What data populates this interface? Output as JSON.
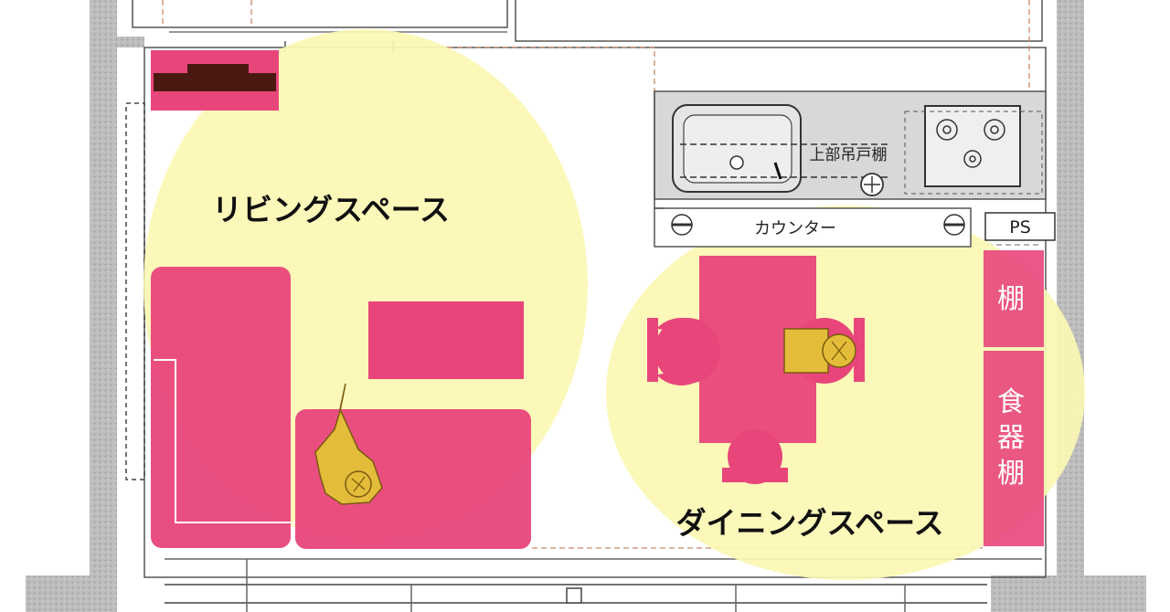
{
  "zones": {
    "living": {
      "label": "リビングスペース"
    },
    "dining": {
      "label": "ダイニングスペース"
    }
  },
  "fixtures": {
    "upper_cabinet": "上部吊戸棚",
    "counter": "カウンター",
    "ps": "PS",
    "shelf": "棚",
    "cupboard": [
      "食",
      "器",
      "棚"
    ]
  },
  "colors": {
    "wall": "#b9b9b9",
    "furniture": "#e8457b",
    "zone_highlight": "#fbf7b4",
    "person": "#e3bd3a",
    "rug": "#4a1a12"
  }
}
